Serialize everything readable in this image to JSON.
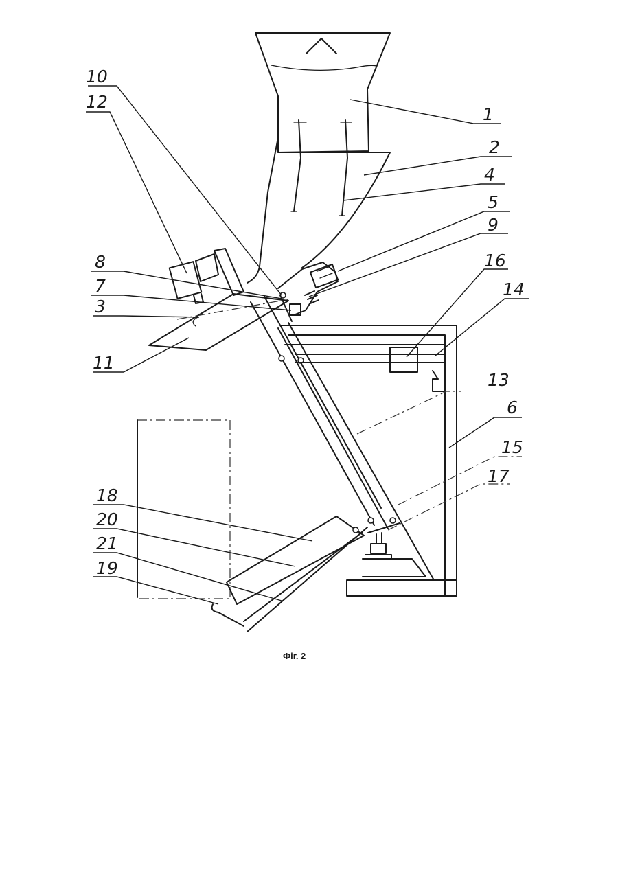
{
  "figure": {
    "caption": "Фіг. 2",
    "labels": [
      "1",
      "2",
      "4",
      "5",
      "9",
      "16",
      "14",
      "13",
      "6",
      "15",
      "17",
      "10",
      "12",
      "8",
      "7",
      "3",
      "11",
      "18",
      "20",
      "21",
      "19"
    ]
  }
}
